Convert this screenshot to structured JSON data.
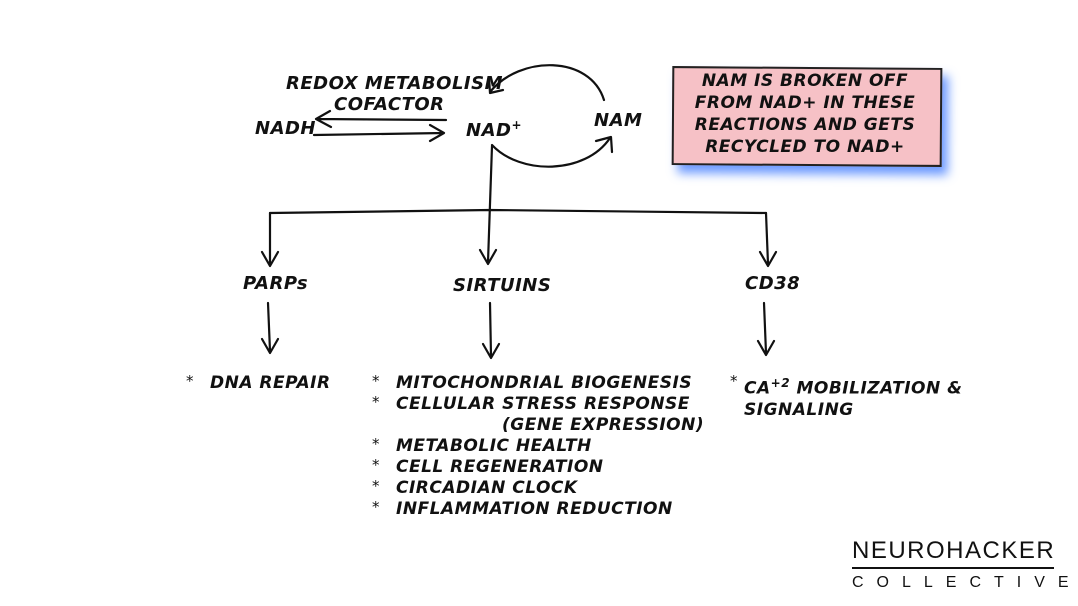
{
  "diagram": {
    "redox_label": [
      "REDOX METABOLISM",
      "COFACTOR"
    ],
    "nadh": "NADH",
    "nad": "NAD",
    "nad_sup": "+",
    "nam": "NAM",
    "note": [
      "NAM IS BROKEN OFF",
      "FROM NAD+ IN THESE",
      "REACTIONS AND GETS",
      "RECYCLED TO NAD+"
    ],
    "branches": {
      "parps": {
        "label": "PARPs",
        "items": [
          "DNA REPAIR"
        ]
      },
      "sirtuins": {
        "label": "SIRTUINS",
        "items": [
          "MITOCHONDRIAL BIOGENESIS",
          "CELLULAR STRESS RESPONSE",
          "METABOLIC HEALTH",
          "CELL REGENERATION",
          "CIRCADIAN CLOCK",
          "INFLAMMATION REDUCTION"
        ],
        "item_continuation": "(GENE EXPRESSION)"
      },
      "cd38": {
        "label": "CD38",
        "item_base": "CA",
        "item_sup": "+2",
        "item_rest": "MOBILIZATION &",
        "item_line2": "SIGNALING"
      }
    },
    "bullet_char": "*"
  },
  "logo": {
    "name": "NEUROHACKER",
    "sub": "COLLECTIVE"
  }
}
